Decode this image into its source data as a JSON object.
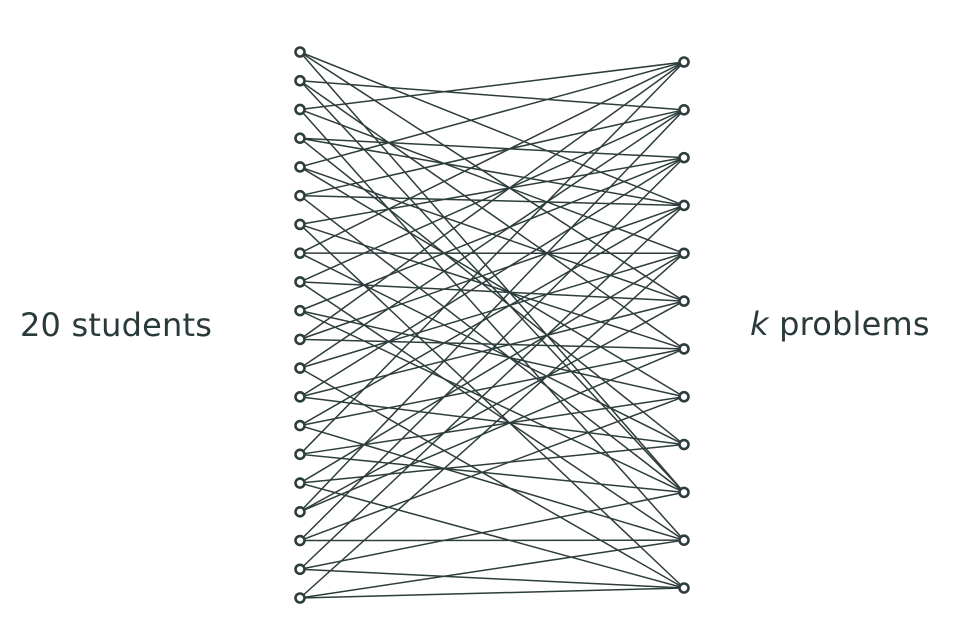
{
  "left_label": "20 students",
  "right_label": {
    "variable": "k",
    "text": " problems"
  },
  "style": {
    "edge_color": "#2d3d3b",
    "node_color": "#2d3d3b",
    "background": "#ffffff"
  },
  "graph": {
    "students": 20,
    "problems": 12,
    "edges": [
      [
        0,
        3
      ],
      [
        0,
        5
      ],
      [
        0,
        9
      ],
      [
        1,
        1
      ],
      [
        1,
        6
      ],
      [
        1,
        9
      ],
      [
        2,
        0
      ],
      [
        2,
        4
      ],
      [
        2,
        10
      ],
      [
        3,
        2
      ],
      [
        3,
        3
      ],
      [
        3,
        8
      ],
      [
        4,
        0
      ],
      [
        4,
        5
      ],
      [
        4,
        7
      ],
      [
        5,
        1
      ],
      [
        5,
        3
      ],
      [
        5,
        9
      ],
      [
        6,
        2
      ],
      [
        6,
        6
      ],
      [
        6,
        11
      ],
      [
        7,
        0
      ],
      [
        7,
        4
      ],
      [
        7,
        8
      ],
      [
        8,
        1
      ],
      [
        8,
        5
      ],
      [
        8,
        10
      ],
      [
        9,
        2
      ],
      [
        9,
        7
      ],
      [
        9,
        9
      ],
      [
        10,
        0
      ],
      [
        10,
        3
      ],
      [
        10,
        6
      ],
      [
        11,
        1
      ],
      [
        11,
        4
      ],
      [
        11,
        11
      ],
      [
        12,
        2
      ],
      [
        12,
        5
      ],
      [
        12,
        8
      ],
      [
        13,
        3
      ],
      [
        13,
        6
      ],
      [
        13,
        10
      ],
      [
        14,
        0
      ],
      [
        14,
        7
      ],
      [
        14,
        9
      ],
      [
        15,
        4
      ],
      [
        15,
        8
      ],
      [
        15,
        11
      ],
      [
        16,
        1
      ],
      [
        16,
        5
      ],
      [
        16,
        6
      ],
      [
        17,
        2
      ],
      [
        17,
        7
      ],
      [
        17,
        10
      ],
      [
        18,
        3
      ],
      [
        18,
        9
      ],
      [
        18,
        11
      ],
      [
        19,
        4
      ],
      [
        19,
        10
      ],
      [
        19,
        11
      ]
    ]
  }
}
